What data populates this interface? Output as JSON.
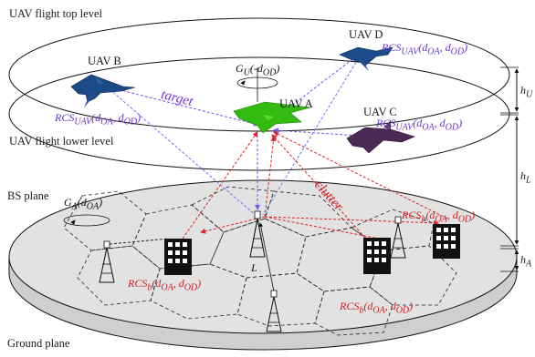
{
  "levels": {
    "top": "UAV flight top level",
    "lower": "UAV flight lower level",
    "bs": "BS plane",
    "ground": "Ground plane"
  },
  "uavs": {
    "a": "UAV A",
    "b": "UAV B",
    "c": "UAV C",
    "d": "UAV D"
  },
  "heights": {
    "hu": "h",
    "hu_sub": "U",
    "hl": "h",
    "hl_sub": "L",
    "ha": "h",
    "ha_sub": "A"
  },
  "annotations": {
    "target": "target",
    "clutter": "clutter",
    "gu": "G",
    "gu_sub": "U",
    "gu_arg": "(-d",
    "gu_argsub": "OD",
    "gu_close": ")",
    "ga": "G",
    "ga_sub": "A",
    "ga_arg": "(d",
    "ga_argsub": "OA",
    "ga_close": ")",
    "l": "L"
  },
  "rcs": {
    "uav_prefix": "RCS",
    "uav_sub": "UAV",
    "b_prefix": "RCS",
    "b_sub": "b",
    "oa": "d",
    "oa_sub": "OA",
    "od": "d",
    "od_sub": "OD",
    "open": "(",
    "comma": ", ",
    "close": ")"
  },
  "colors": {
    "target_ray": "#7755ee",
    "clutter_ray": "#dd2222",
    "ground_fill": "#d9d9d9",
    "uav_a": "#33bb11",
    "uav_b": "#1a4a88",
    "uav_c": "#4a2a55",
    "uav_d": "#1a4a88"
  }
}
